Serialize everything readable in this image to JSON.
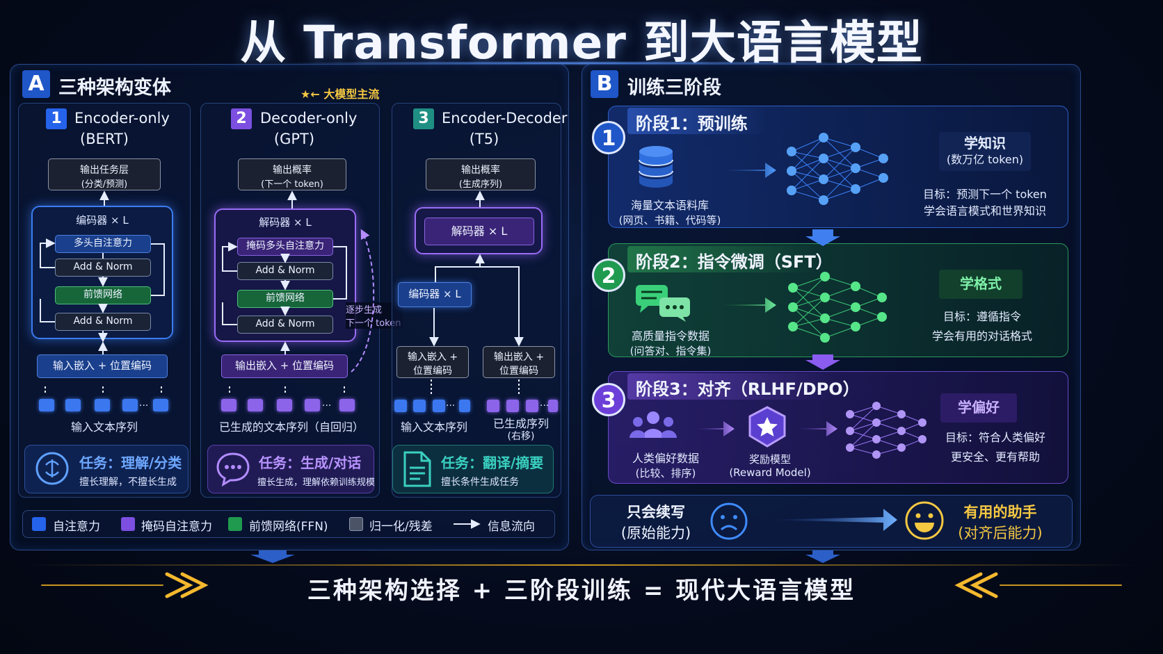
{
  "title": "从 Transformer 到大语言模型",
  "section_a": {
    "letter": "A",
    "title": "三种架构变体",
    "mainstream_note": "← 大模型主流",
    "columns": [
      {
        "num": "1",
        "name": "Encoder-only",
        "example": "(BERT)",
        "output_box": {
          "line1": "输出任务层",
          "line2": "(分类/预测)"
        },
        "stack_label": "编码器 × L",
        "layers": [
          "多头自注意力",
          "Add & Norm",
          "前馈网络",
          "Add & Norm"
        ],
        "embed": "输入嵌入 + 位置编码",
        "seq_label": "输入文本序列",
        "task_title": "任务：理解/分类",
        "task_sub": "擅长理解，不擅长生成"
      },
      {
        "num": "2",
        "name": "Decoder-only",
        "example": "(GPT)",
        "output_box": {
          "line1": "输出概率",
          "line2": "(下一个 token)"
        },
        "stack_label": "解码器 × L",
        "layers": [
          "掩码多头自注意力",
          "Add & Norm",
          "前馈网络",
          "Add & Norm"
        ],
        "loop_note": {
          "line1": "逐步生成",
          "line2": "下一个 token"
        },
        "embed": "输出嵌入 + 位置编码",
        "seq_label": "已生成的文本序列（自回归）",
        "task_title": "任务：生成/对话",
        "task_sub": "擅长生成，理解依赖训练规模"
      },
      {
        "num": "3",
        "name": "Encoder-Decoder",
        "example": "(T5)",
        "output_box": {
          "line1": "输出概率",
          "line2": "(生成序列)"
        },
        "decoder_label": "解码器 × L",
        "encoder_label": "编码器 × L",
        "embed_in": {
          "line1": "输入嵌入 +",
          "line2": "位置编码"
        },
        "embed_out": {
          "line1": "输出嵌入 +",
          "line2": "位置编码"
        },
        "seq_in": "输入文本序列",
        "seq_out": {
          "line1": "已生成序列",
          "line2": "(右移)"
        },
        "task_title": "任务：翻译/摘要",
        "task_sub": "擅长条件生成任务"
      }
    ],
    "legend": [
      "自注意力",
      "掩码自注意力",
      "前馈网络(FFN)",
      "归一化/残差",
      "信息流向"
    ]
  },
  "section_b": {
    "letter": "B",
    "title": "训练三阶段",
    "stages": [
      {
        "num": "1",
        "title": "阶段1：预训练",
        "data_label": {
          "line1": "海量文本语料库",
          "line2": "(网页、书籍、代码等)"
        },
        "tag": {
          "line1": "学知识",
          "line2": "(数万亿 token)"
        },
        "goal": {
          "line1": "目标：预测下一个 token",
          "line2": "学会语言模式和世界知识"
        },
        "color": "#2f7df5"
      },
      {
        "num": "2",
        "title": "阶段2：指令微调（SFT）",
        "data_label": {
          "line1": "高质量指令数据",
          "line2": "(问答对、指令集)"
        },
        "tag": {
          "line1": "学格式"
        },
        "goal": {
          "line1": "目标：遵循指令",
          "line2": "学会有用的对话格式"
        },
        "color": "#2fbf6a"
      },
      {
        "num": "3",
        "title": "阶段3：对齐（RLHF/DPO）",
        "data_label": {
          "line1": "人类偏好数据",
          "line2": "(比较、排序)"
        },
        "reward_label": {
          "line1": "奖励模型",
          "line2": "(Reward Model)"
        },
        "tag": {
          "line1": "学偏好"
        },
        "goal": {
          "line1": "目标：符合人类偏好",
          "line2": "更安全、更有帮助"
        },
        "color": "#8a5cf0"
      }
    ],
    "outcome": {
      "before": {
        "line1": "只会续写",
        "line2": "(原始能力)"
      },
      "after": {
        "line1": "有用的助手",
        "line2": "(对齐后能力)"
      }
    }
  },
  "footer": "三种架构选择 + 三阶段训练 = 现代大语言模型",
  "colors": {
    "self_attention": "#2563eb",
    "masked_attention": "#7c4fe0",
    "ffn": "#1f9a4f",
    "norm": "#4b5366",
    "accent_gold": "#f5b82e"
  },
  "icons": [
    "brain-icon",
    "chat-bubble-icon",
    "document-icon",
    "database-icon",
    "neural-network-icon",
    "chat-icon",
    "users-icon",
    "star-shield-icon",
    "sad-face-icon",
    "happy-face-icon",
    "star-icon",
    "double-chevron-right-icon",
    "double-chevron-left-icon"
  ]
}
